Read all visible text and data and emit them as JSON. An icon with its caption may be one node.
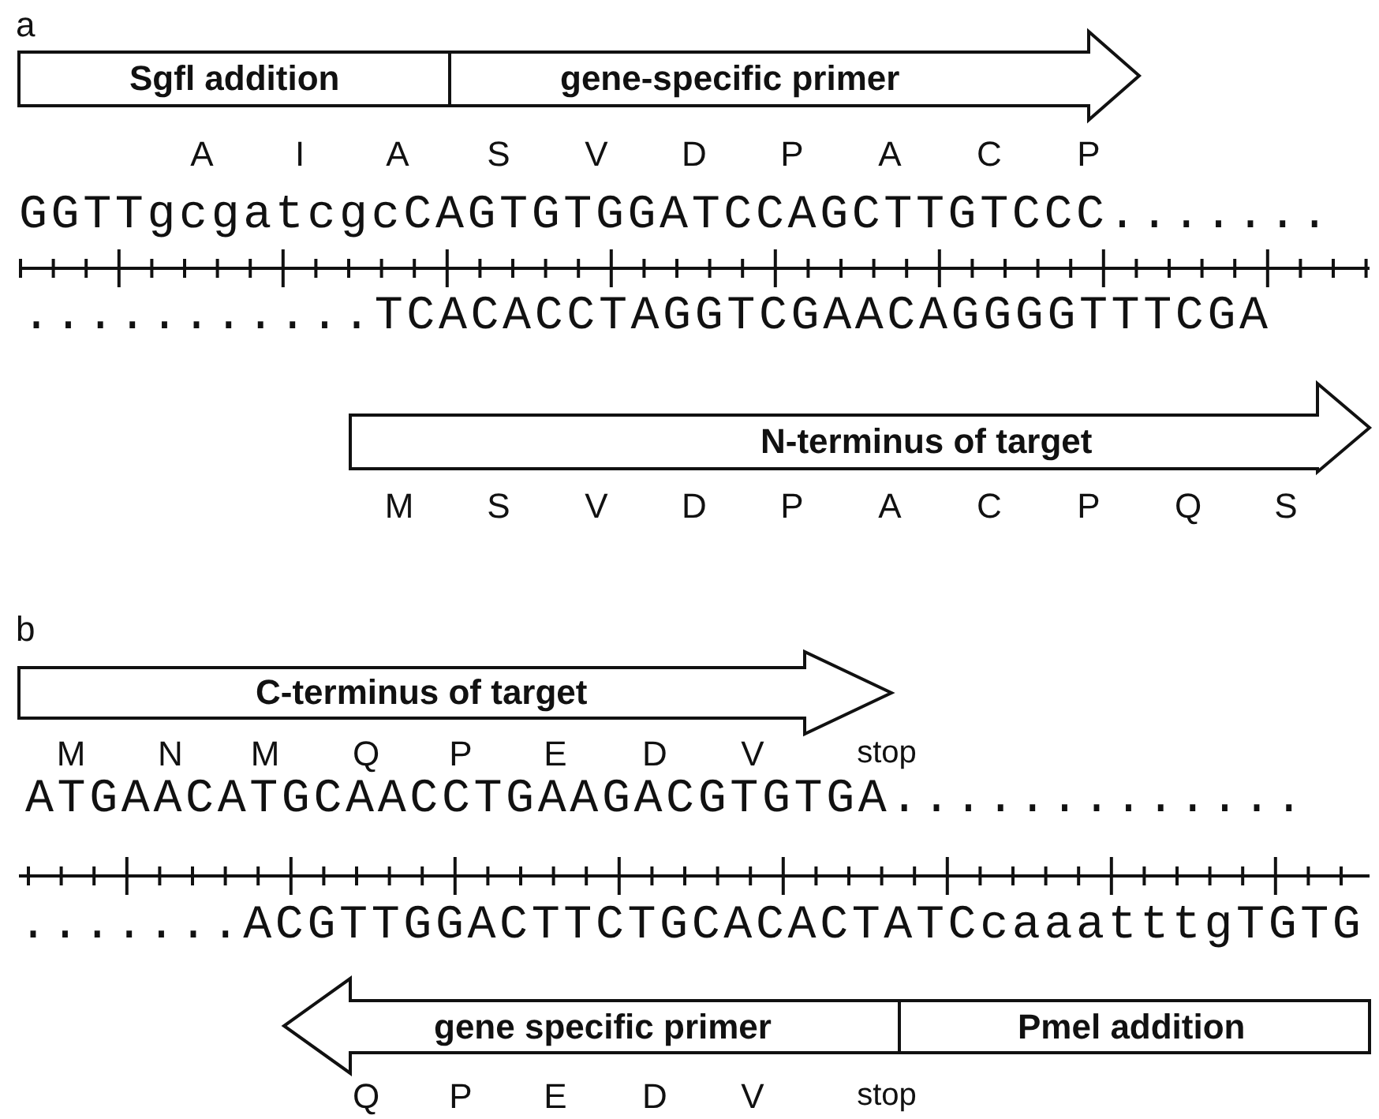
{
  "diagram": {
    "nodes": [
      {
        "text": [
          "Sgfl addition"
        ]
      },
      {
        "text": [
          "gene-specific primer"
        ]
      },
      {
        "text": [
          "N-terminus of target"
        ]
      },
      {
        "text": [
          "C-terminus of target"
        ]
      },
      {
        "text": [
          "gene specific primer"
        ]
      },
      {
        "text": [
          "Pmel addition"
        ]
      }
    ],
    "labels": [
      "a",
      "A",
      "I",
      "A",
      "S",
      "V",
      "D",
      "P",
      "A",
      "C",
      "P",
      "GGTTgcgatcgcCAGTGTGGATCCAGCTTGTCCC.......",
      "...........TCACACCTAGGTCGAACAGGGGTTTCGA",
      "M",
      "S",
      "V",
      "D",
      "P",
      "A",
      "C",
      "P",
      "Q",
      "S",
      "b",
      "M",
      "N",
      "M",
      "Q",
      "P",
      "E",
      "D",
      "V",
      "stop",
      "ATGAACATGCAACCTGAAGACGTGTGA.............",
      ".......ACGTTGGACTTCTGCACACTATCcaaatttgTGTG",
      "Q",
      "P",
      "E",
      "D",
      "V",
      "stop"
    ]
  }
}
